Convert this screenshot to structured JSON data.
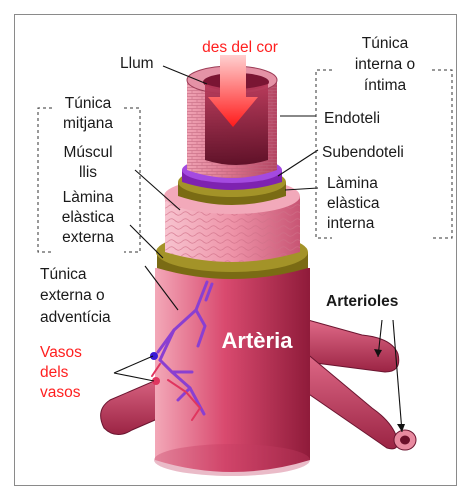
{
  "diagram": {
    "labels": {
      "top_flow": "des del cor",
      "lumen": "Llum",
      "tunica_intima": [
        "Túnica",
        "interna o",
        "íntima"
      ],
      "endothelium": "Endoteli",
      "subendothelium": "Subendoteli",
      "internal_elastic": [
        "Làmina",
        "elàstica",
        "interna"
      ],
      "tunica_media": [
        "Túnica",
        "mitjana"
      ],
      "smooth_muscle": [
        "Múscul",
        "llis"
      ],
      "external_elastic": [
        "Làmina",
        "elàstica",
        "externa"
      ],
      "tunica_externa": [
        "Túnica",
        "externa o",
        "adventícia"
      ],
      "vasa_vasorum": [
        "Vasos",
        "dels",
        "vasos"
      ],
      "artery": "Artèria",
      "arterioles": "Arterioles"
    },
    "colors": {
      "flow_text": "#ff1f1f",
      "vasa_text": "#ff1f1f",
      "adventitia": "#d23c63",
      "adventitia_dark": "#8f1b3a",
      "media": "#ef9aac",
      "elastic_band": "#8a7a1e",
      "subendothelium": "#9b2fc9",
      "intima": "#e28396",
      "lumen": "#5a0d24",
      "vessel_vein": "#8a3fd1"
    }
  }
}
